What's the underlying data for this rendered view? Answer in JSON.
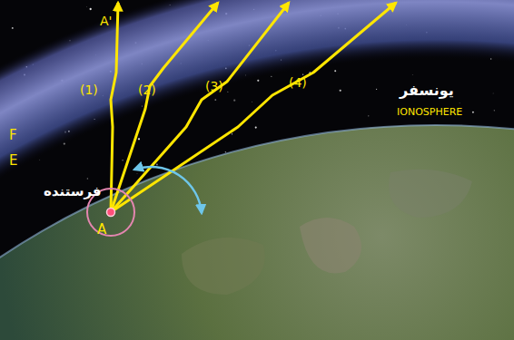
{
  "diagram": {
    "labels": [
      "A'",
      "(1)",
      "(2)",
      "(3)",
      "(4)",
      "یونسفر",
      "IONOSPHERE",
      "F",
      "E",
      "فرستنده",
      "A"
    ]
  }
}
